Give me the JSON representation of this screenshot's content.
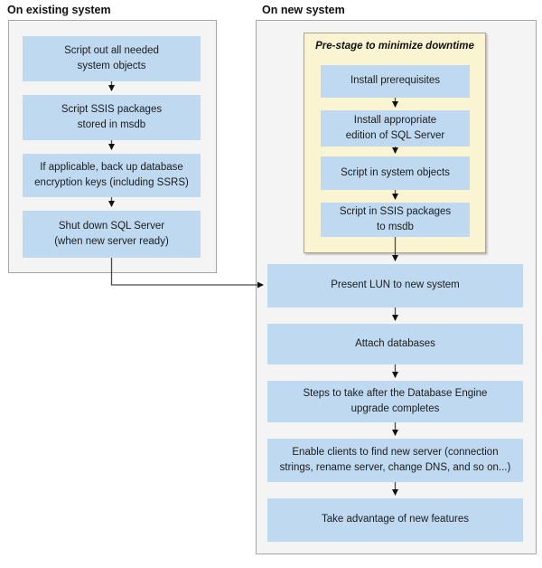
{
  "existing_system": {
    "header": "On existing system",
    "steps": [
      {
        "text": "Script out all needed\nsystem objects"
      },
      {
        "text": "Script SSIS packages\nstored in msdb"
      },
      {
        "text": "If applicable, back up database\nencryption keys (including SSRS)"
      },
      {
        "text": "Shut down SQL Server\n(when new server ready)"
      }
    ]
  },
  "new_system": {
    "header": "On new system",
    "prestage": {
      "title": "Pre-stage to minimize downtime",
      "steps": [
        {
          "text": "Install prerequisites"
        },
        {
          "text": "Install appropriate\nedition of SQL Server"
        },
        {
          "text": "Script in system objects"
        },
        {
          "text": "Script in SSIS packages\nto msdb"
        }
      ]
    },
    "steps": [
      {
        "text": "Present LUN to new system"
      },
      {
        "text": "Attach databases"
      },
      {
        "text": "Steps to take after the Database Engine\nupgrade completes"
      },
      {
        "text": "Enable clients to find new server (connection\nstrings, rename server, change DNS, and so on...)"
      },
      {
        "text": "Take advantage of new features"
      }
    ]
  },
  "colors": {
    "step_fill": "#bed9f0",
    "panel_fill": "#f4f4f4",
    "panel_border": "#a6a6a6",
    "prestage_fill": "#fbf4d3",
    "prestage_border": "#aaa68c",
    "arrow_line": "#4a4a4a",
    "arrow_head": "#111111",
    "text": "#1c1c1c"
  }
}
